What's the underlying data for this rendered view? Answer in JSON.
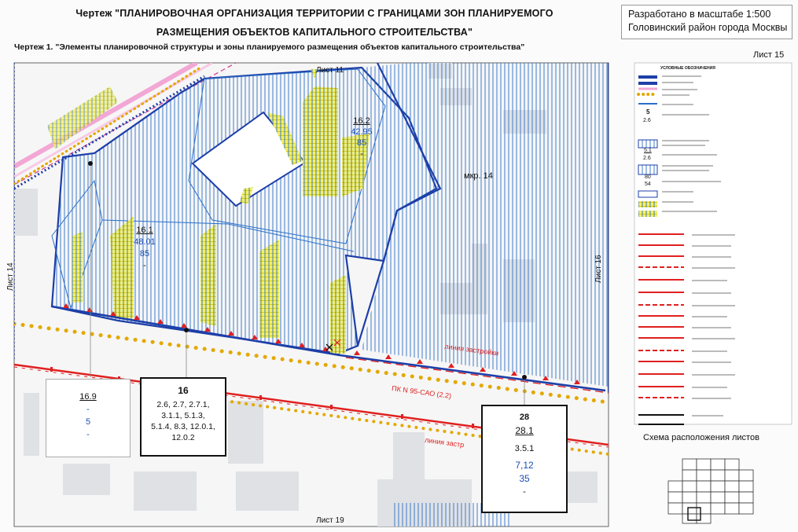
{
  "header": {
    "title_line1": "Чертеж \"ПЛАНИРОВОЧНАЯ ОРГАНИЗАЦИЯ ТЕРРИТОРИИ С ГРАНИЦАМИ ЗОН ПЛАНИРУЕМОГО",
    "title_line2": "РАЗМЕЩЕНИЯ ОБЪЕКТОВ КАПИТАЛЬНОГО СТРОИТЕЛЬСТВА\"",
    "subtitle": "Чертеж 1. \"Элементы планировочной структуры и зоны планируемого размещения объектов капитального строительства\"",
    "scale_text": "Разработано в масштабе 1:500",
    "district": "Головинский район города Москвы",
    "sheet_label": "Лист 15"
  },
  "map": {
    "sheet_top": "Лист 11",
    "sheet_bottom": "Лист 19",
    "sheet_left": "Лист 14",
    "sheet_right": "Лист 16",
    "microdistrict": "мкр. 14",
    "build_line_1": "линия застройки",
    "build_line_2": "линия застр",
    "pk_label": "ПК N 95-САО (2.2)",
    "zone_16_2": {
      "id": "16.2",
      "area": "42.95",
      "value": "85",
      "extra": "-"
    },
    "zone_16_1": {
      "id": "16.1",
      "area": "48.01",
      "value": "85",
      "extra": "-"
    },
    "box_16_9": {
      "id": "16.9",
      "dash1": "-",
      "value": "5",
      "dash2": "-"
    },
    "box_16": {
      "id": "16",
      "l1": "2.6, 2.7, 2.7.1,",
      "l2": "3.1.1, 5.1.3,",
      "l3": "5.1.4, 8.3, 12.0.1,",
      "l4": "12.0.2"
    },
    "box_28": {
      "id": "28",
      "sub": "28.1",
      "code": "3.5.1",
      "area": "7,12",
      "value": "35",
      "extra": "-"
    }
  },
  "legend": {
    "title": "УСЛОВНЫЕ ОБОЗНАЧЕНИЯ",
    "scheme_title": "Схема расположения листов",
    "num5": "5",
    "num26": "2.6",
    "num51": "5.1",
    "num26b": "2.6",
    "num80": "80",
    "num54": "54"
  },
  "colors": {
    "hatch": "#2a6fc9",
    "boundary": "#1d3fa8",
    "redline": "#e02020",
    "yellowdot": "#e3a800"
  }
}
